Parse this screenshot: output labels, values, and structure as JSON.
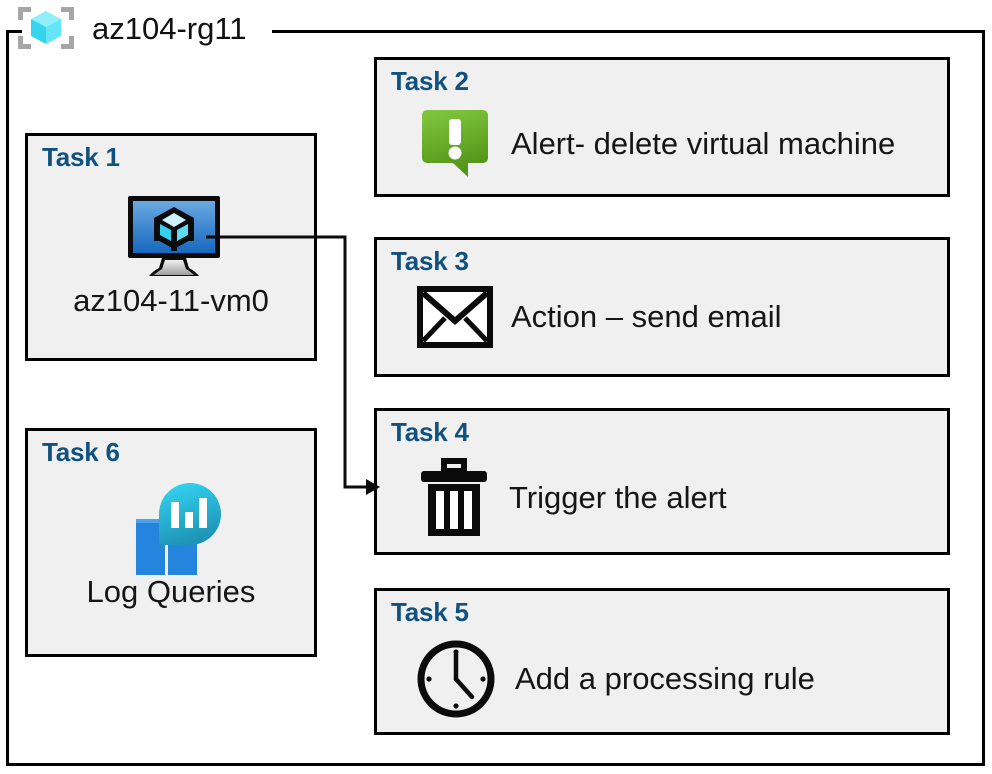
{
  "resource_group": {
    "name": "az104-rg11",
    "icon": "resource-group-cube-icon"
  },
  "colors": {
    "task_label": "#10517f",
    "card_background": "#f0f0f0",
    "card_border": "#000000",
    "alert_green_light": "#7ac143",
    "alert_green_dark": "#569a1f",
    "vm_blue_light": "#5da0e0",
    "vm_blue_dark": "#1668bf",
    "log_cyan": "#2ecbe8",
    "log_teal": "#1f93b5",
    "log_square_light": "#4da2ec",
    "log_square_dark": "#2584dd",
    "page_background": "#ffffff"
  },
  "tasks": [
    {
      "id": "task1",
      "label": "Task 1",
      "icon": "virtual-machine-icon",
      "caption": "az104-11-vm0"
    },
    {
      "id": "task2",
      "label": "Task 2",
      "icon": "alert-exclamation-icon",
      "text": "Alert- delete virtual machine"
    },
    {
      "id": "task3",
      "label": "Task 3",
      "icon": "envelope-icon",
      "text": "Action – send email"
    },
    {
      "id": "task4",
      "label": "Task 4",
      "icon": "trash-can-icon",
      "text": "Trigger the alert"
    },
    {
      "id": "task5",
      "label": "Task 5",
      "icon": "clock-icon",
      "text": "Add a processing rule"
    },
    {
      "id": "task6",
      "label": "Task 6",
      "icon": "log-analytics-icon",
      "caption": "Log Queries"
    }
  ],
  "connector": {
    "from": "virtual-machine-icon",
    "to": "task4",
    "arrow": "arrowhead-right"
  }
}
